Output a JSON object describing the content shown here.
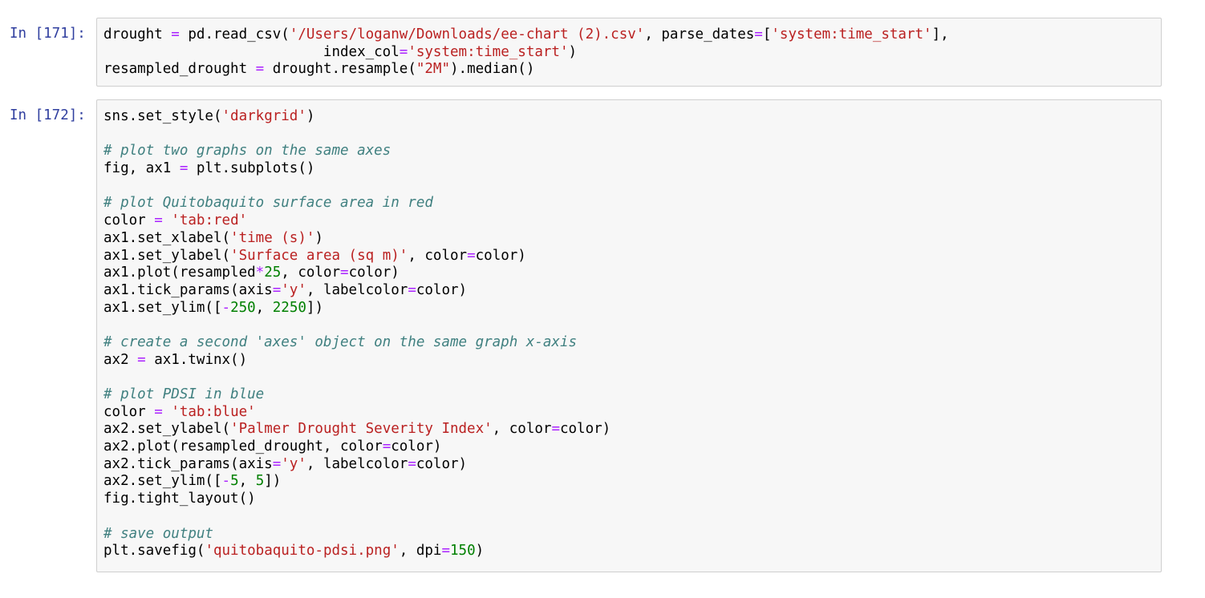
{
  "cells": [
    {
      "prompt": "In [171]:",
      "lines": [
        [
          {
            "t": "n",
            "v": "drought "
          },
          {
            "t": "o",
            "v": "="
          },
          {
            "t": "n",
            "v": " pd.read_csv("
          },
          {
            "t": "s",
            "v": "'/Users/loganw/Downloads/ee-chart (2).csv'"
          },
          {
            "t": "n",
            "v": ", parse_dates"
          },
          {
            "t": "o",
            "v": "="
          },
          {
            "t": "n",
            "v": "["
          },
          {
            "t": "s",
            "v": "'system:time_start'"
          },
          {
            "t": "n",
            "v": "],"
          }
        ],
        [
          {
            "t": "n",
            "v": "                          index_col"
          },
          {
            "t": "o",
            "v": "="
          },
          {
            "t": "s",
            "v": "'system:time_start'"
          },
          {
            "t": "n",
            "v": ")"
          }
        ],
        [
          {
            "t": "n",
            "v": "resampled_drought "
          },
          {
            "t": "o",
            "v": "="
          },
          {
            "t": "n",
            "v": " drought.resample("
          },
          {
            "t": "s",
            "v": "\"2M\""
          },
          {
            "t": "n",
            "v": ").median()"
          }
        ]
      ]
    },
    {
      "prompt": "In [172]:",
      "lines": [
        [
          {
            "t": "n",
            "v": "sns.set_style("
          },
          {
            "t": "s",
            "v": "'darkgrid'"
          },
          {
            "t": "n",
            "v": ")"
          }
        ],
        [],
        [
          {
            "t": "c",
            "v": "# plot two graphs on the same axes"
          }
        ],
        [
          {
            "t": "n",
            "v": "fig, ax1 "
          },
          {
            "t": "o",
            "v": "="
          },
          {
            "t": "n",
            "v": " plt.subplots()"
          }
        ],
        [],
        [
          {
            "t": "c",
            "v": "# plot Quitobaquito surface area in red"
          }
        ],
        [
          {
            "t": "n",
            "v": "color "
          },
          {
            "t": "o",
            "v": "="
          },
          {
            "t": "n",
            "v": " "
          },
          {
            "t": "s",
            "v": "'tab:red'"
          }
        ],
        [
          {
            "t": "n",
            "v": "ax1.set_xlabel("
          },
          {
            "t": "s",
            "v": "'time (s)'"
          },
          {
            "t": "n",
            "v": ")"
          }
        ],
        [
          {
            "t": "n",
            "v": "ax1.set_ylabel("
          },
          {
            "t": "s",
            "v": "'Surface area (sq m)'"
          },
          {
            "t": "n",
            "v": ", color"
          },
          {
            "t": "o",
            "v": "="
          },
          {
            "t": "n",
            "v": "color)"
          }
        ],
        [
          {
            "t": "n",
            "v": "ax1.plot(resampled"
          },
          {
            "t": "o",
            "v": "*"
          },
          {
            "t": "m",
            "v": "25"
          },
          {
            "t": "n",
            "v": ", color"
          },
          {
            "t": "o",
            "v": "="
          },
          {
            "t": "n",
            "v": "color)"
          }
        ],
        [
          {
            "t": "n",
            "v": "ax1.tick_params(axis"
          },
          {
            "t": "o",
            "v": "="
          },
          {
            "t": "s",
            "v": "'y'"
          },
          {
            "t": "n",
            "v": ", labelcolor"
          },
          {
            "t": "o",
            "v": "="
          },
          {
            "t": "n",
            "v": "color)"
          }
        ],
        [
          {
            "t": "n",
            "v": "ax1.set_ylim(["
          },
          {
            "t": "o",
            "v": "-"
          },
          {
            "t": "m",
            "v": "250"
          },
          {
            "t": "n",
            "v": ", "
          },
          {
            "t": "m",
            "v": "2250"
          },
          {
            "t": "n",
            "v": "])"
          }
        ],
        [],
        [
          {
            "t": "c",
            "v": "# create a second 'axes' object on the same graph x-axis"
          }
        ],
        [
          {
            "t": "n",
            "v": "ax2 "
          },
          {
            "t": "o",
            "v": "="
          },
          {
            "t": "n",
            "v": " ax1.twinx()"
          }
        ],
        [],
        [
          {
            "t": "c",
            "v": "# plot PDSI in blue"
          }
        ],
        [
          {
            "t": "n",
            "v": "color "
          },
          {
            "t": "o",
            "v": "="
          },
          {
            "t": "n",
            "v": " "
          },
          {
            "t": "s",
            "v": "'tab:blue'"
          }
        ],
        [
          {
            "t": "n",
            "v": "ax2.set_ylabel("
          },
          {
            "t": "s",
            "v": "'Palmer Drought Severity Index'"
          },
          {
            "t": "n",
            "v": ", color"
          },
          {
            "t": "o",
            "v": "="
          },
          {
            "t": "n",
            "v": "color)"
          }
        ],
        [
          {
            "t": "n",
            "v": "ax2.plot(resampled_drought, color"
          },
          {
            "t": "o",
            "v": "="
          },
          {
            "t": "n",
            "v": "color)"
          }
        ],
        [
          {
            "t": "n",
            "v": "ax2.tick_params(axis"
          },
          {
            "t": "o",
            "v": "="
          },
          {
            "t": "s",
            "v": "'y'"
          },
          {
            "t": "n",
            "v": ", labelcolor"
          },
          {
            "t": "o",
            "v": "="
          },
          {
            "t": "n",
            "v": "color)"
          }
        ],
        [
          {
            "t": "n",
            "v": "ax2.set_ylim(["
          },
          {
            "t": "o",
            "v": "-"
          },
          {
            "t": "m",
            "v": "5"
          },
          {
            "t": "n",
            "v": ", "
          },
          {
            "t": "m",
            "v": "5"
          },
          {
            "t": "n",
            "v": "])"
          }
        ],
        [
          {
            "t": "n",
            "v": "fig.tight_layout()"
          }
        ],
        [],
        [
          {
            "t": "c",
            "v": "# save output"
          }
        ],
        [
          {
            "t": "n",
            "v": "plt.savefig("
          },
          {
            "t": "s",
            "v": "'quitobaquito-pdsi.png'"
          },
          {
            "t": "n",
            "v": ", dpi"
          },
          {
            "t": "o",
            "v": "="
          },
          {
            "t": "m",
            "v": "150"
          },
          {
            "t": "n",
            "v": ")"
          }
        ]
      ]
    }
  ]
}
